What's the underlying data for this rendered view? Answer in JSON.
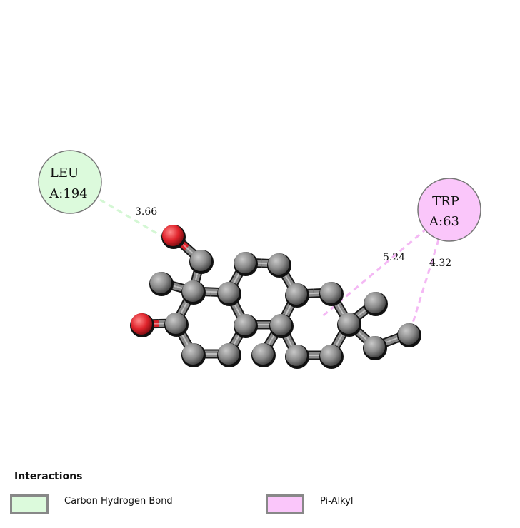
{
  "residues": [
    {
      "id": "leu",
      "line1": "LEU",
      "line2": "A:194",
      "fill": "#dcfadc",
      "stroke": "#777777"
    },
    {
      "id": "trp",
      "line1": "TRP",
      "line2": "A:63",
      "fill": "#fac6fa",
      "stroke": "#777777"
    }
  ],
  "interactions": [
    {
      "residue": "leu",
      "type": "Carbon Hydrogen Bond",
      "distance": "3.66",
      "color": "#d4f7d4"
    },
    {
      "residue": "trp",
      "type": "Pi-Alkyl",
      "distance": "5.24",
      "color": "#f4b8f4"
    },
    {
      "residue": "trp",
      "type": "Pi-Alkyl",
      "distance": "4.32",
      "color": "#f4b8f4"
    }
  ],
  "legend": {
    "title": "Interactions",
    "items": [
      {
        "label": "Carbon Hydrogen Bond",
        "color": "#dcfadc"
      },
      {
        "label": "Pi-Alkyl",
        "color": "#fac6fa"
      }
    ]
  },
  "atom_colors": {
    "carbon": "#8a8a8a",
    "oxygen": "#e0242c"
  }
}
